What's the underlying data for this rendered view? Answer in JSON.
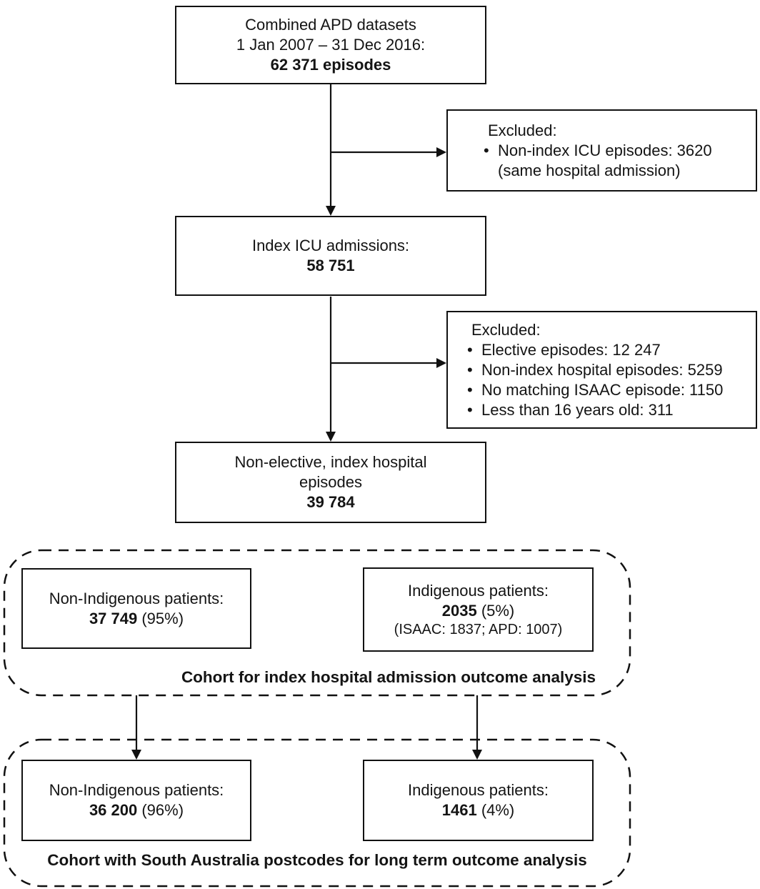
{
  "flow": {
    "combined_box": {
      "line1": "Combined APD datasets",
      "line2": "1 Jan 2007 – 31 Dec 2016:",
      "count": "62 371 episodes"
    },
    "excluded_icu_box": {
      "heading": "Excluded:",
      "bullet": "•",
      "item": "Non-index ICU episodes: 3620",
      "note": "(same hospital admission)"
    },
    "index_icu_box": {
      "title": "Index ICU admissions:",
      "count": "58 751"
    },
    "excluded_criteria_box": {
      "heading": "Excluded:",
      "bullet": "•",
      "items": [
        "Elective episodes: 12 247",
        "Non-index hospital episodes: 5259",
        "No matching ISAAC episode: 1150",
        "Less than 16 years old: 311"
      ]
    },
    "non_elective_box": {
      "line1": "Non-elective, index hospital",
      "line2": "episodes",
      "count": "39 784"
    },
    "cohort_index": {
      "caption": "Cohort for index hospital admission outcome analysis",
      "non_indigenous": {
        "title": "Non-Indigenous patients:",
        "count": "37 749",
        "pct": "(95%)"
      },
      "indigenous": {
        "title": "Indigenous patients:",
        "count": "2035",
        "pct": "(5%)",
        "note": "(ISAAC: 1837; APD: 1007)"
      }
    },
    "cohort_longterm": {
      "caption": "Cohort with South Australia postcodes for long term outcome analysis",
      "non_indigenous": {
        "title": "Non-Indigenous patients:",
        "count": "36 200",
        "pct": "(96%)"
      },
      "indigenous": {
        "title": "Indigenous patients:",
        "count": "1461",
        "pct": "(4%)"
      }
    }
  },
  "colors": {
    "line": "#111111",
    "background": "#ffffff",
    "text": "#141414"
  }
}
